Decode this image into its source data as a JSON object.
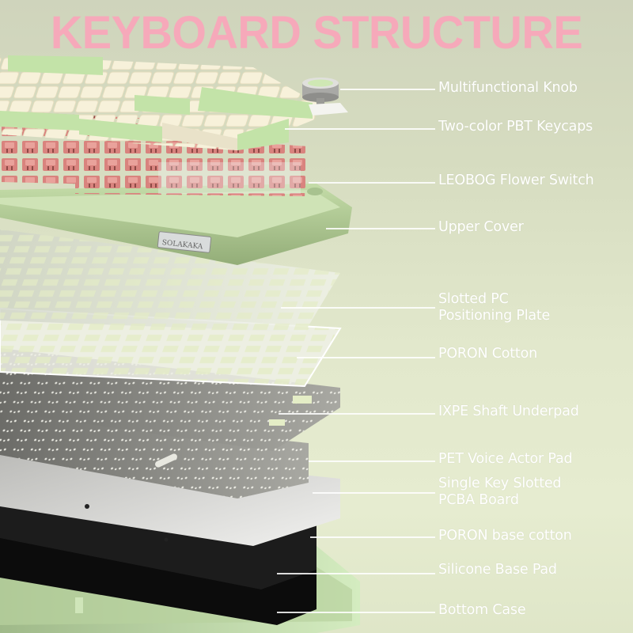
{
  "title": "KEYBOARD STRUCTURE",
  "colors": {
    "title": "#f6a9ba",
    "background_top": "#cfd4bc",
    "background_bottom": "#e6ecd0",
    "label_text": "#ffffff",
    "keycap_green": "#bfe0a6",
    "keycap_cream": "#f7f1da",
    "switch_pink": "#d9837e",
    "case_green": "#a9c58c",
    "pcb_gray": "#8a8a86",
    "foam_black": "#141414"
  },
  "badge": {
    "text": "SOLAKAKA"
  },
  "layers": [
    {
      "id": "knob",
      "label": "Multifunctional Knob",
      "label_lines": [
        "Multifunctional Knob"
      ]
    },
    {
      "id": "keycaps",
      "label": "Two-color PBT Keycaps",
      "label_lines": [
        "Two-color PBT Keycaps"
      ]
    },
    {
      "id": "switch",
      "label": "LEOBOG Flower Switch",
      "label_lines": [
        "LEOBOG Flower Switch"
      ]
    },
    {
      "id": "upper-cover",
      "label": "Upper Cover",
      "label_lines": [
        "Upper Cover"
      ]
    },
    {
      "id": "pc-plate",
      "label": "Slotted PC Positioning Plate",
      "label_lines": [
        "Slotted PC",
        "Positioning Plate"
      ]
    },
    {
      "id": "poron-cotton",
      "label": "PORON Cotton",
      "label_lines": [
        "PORON Cotton"
      ]
    },
    {
      "id": "ixpe-underpad",
      "label": "IXPE Shaft Underpad",
      "label_lines": [
        "IXPE Shaft Underpad"
      ]
    },
    {
      "id": "pet-pad",
      "label": "PET Voice Actor Pad",
      "label_lines": [
        "PET Voice Actor Pad"
      ]
    },
    {
      "id": "pcba",
      "label": "Single Key Slotted PCBA Board",
      "label_lines": [
        "Single Key Slotted",
        "PCBA Board"
      ]
    },
    {
      "id": "poron-base",
      "label": "PORON base cotton",
      "label_lines": [
        "PORON base cotton"
      ]
    },
    {
      "id": "silicone-pad",
      "label": "Silicone Base Pad",
      "label_lines": [
        "Silicone Base Pad"
      ]
    },
    {
      "id": "bottom-case",
      "label": "Bottom Case",
      "label_lines": [
        "Bottom Case"
      ]
    }
  ]
}
